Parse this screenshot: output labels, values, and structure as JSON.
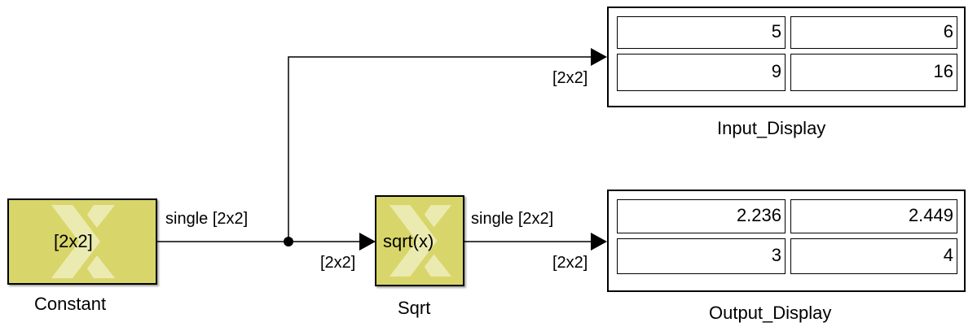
{
  "blocks": {
    "constant": {
      "value": "[2x2]",
      "name": "Constant"
    },
    "sqrt": {
      "expr": "sqrt(x)",
      "name": "Sqrt"
    },
    "input_display": {
      "name": "Input_Display",
      "values": [
        "5",
        "6",
        "9",
        "16"
      ]
    },
    "output_display": {
      "name": "Output_Display",
      "values": [
        "2.236",
        "2.449",
        "3",
        "4"
      ]
    }
  },
  "signals": {
    "constant_out": "single [2x2]",
    "sqrt_out": "single [2x2]",
    "dim_sqrt_in": "[2x2]",
    "dim_input_display_in": "[2x2]",
    "dim_output_display_in": "[2x2]"
  },
  "colors": {
    "block_fill": "#d8d66a",
    "line": "#000000",
    "background": "#ffffff"
  }
}
